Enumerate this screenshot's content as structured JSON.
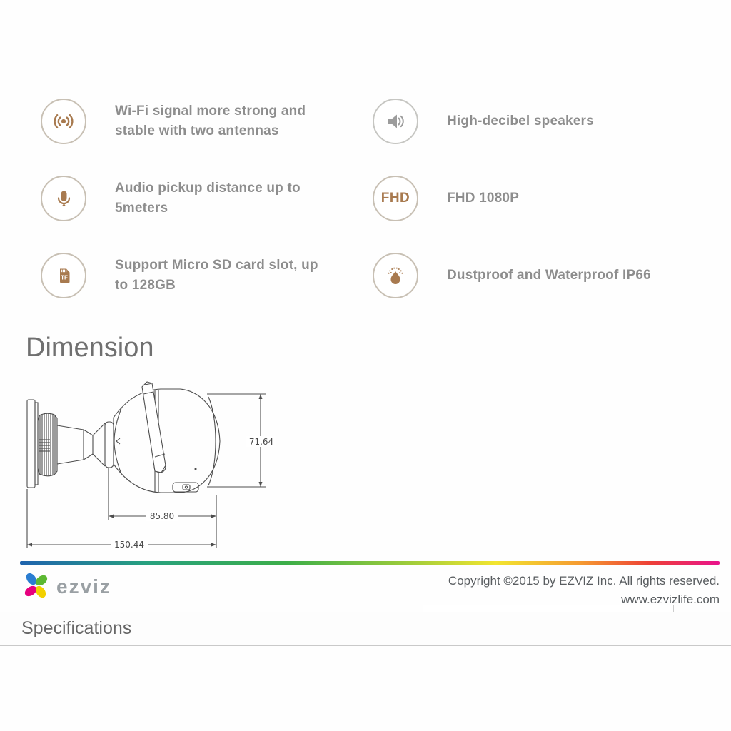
{
  "features": {
    "items": [
      {
        "icon": "wifi-signal-icon",
        "line1": "Wi-Fi signal more strong and",
        "line2": "stable with two antennas"
      },
      {
        "icon": "speaker-icon",
        "line1": "High-decibel speakers"
      },
      {
        "icon": "microphone-icon",
        "line1": "Audio pickup distance up to",
        "line2": "5meters"
      },
      {
        "icon": "fhd-badge-icon",
        "badge": "FHD",
        "line1": "FHD 1080P"
      },
      {
        "icon": "micro-sd-card-icon",
        "badge": "TF",
        "line1": "Support Micro SD card slot, up",
        "line2": "to 128GB"
      },
      {
        "icon": "water-drop-icon",
        "line1": "Dustproof and Waterproof IP66"
      }
    ]
  },
  "dimension": {
    "title": "Dimension",
    "height": "71.64",
    "body_length": "85.80",
    "total_length": "150.44"
  },
  "footer": {
    "brand": "ezviz",
    "copyright_line1": "Copyright ©2015 by EZVIZ Inc. All rights reserved.",
    "copyright_line2": "www.ezvizlife.com"
  },
  "specifications": {
    "title": "Specifications"
  },
  "colors": {
    "accent_brown": "#a87a4f",
    "icon_ring": "#c8c0b4",
    "feature_text_gray": "#8d8d8d",
    "rainbow": [
      "#1f63ae",
      "#27a17f",
      "#3cae49",
      "#9bcb3b",
      "#f2e530",
      "#f59b31",
      "#ed4036",
      "#e9138c"
    ],
    "logo_petals": [
      "#2a7dd1",
      "#5cb832",
      "#e6007e",
      "#f2d000"
    ]
  }
}
